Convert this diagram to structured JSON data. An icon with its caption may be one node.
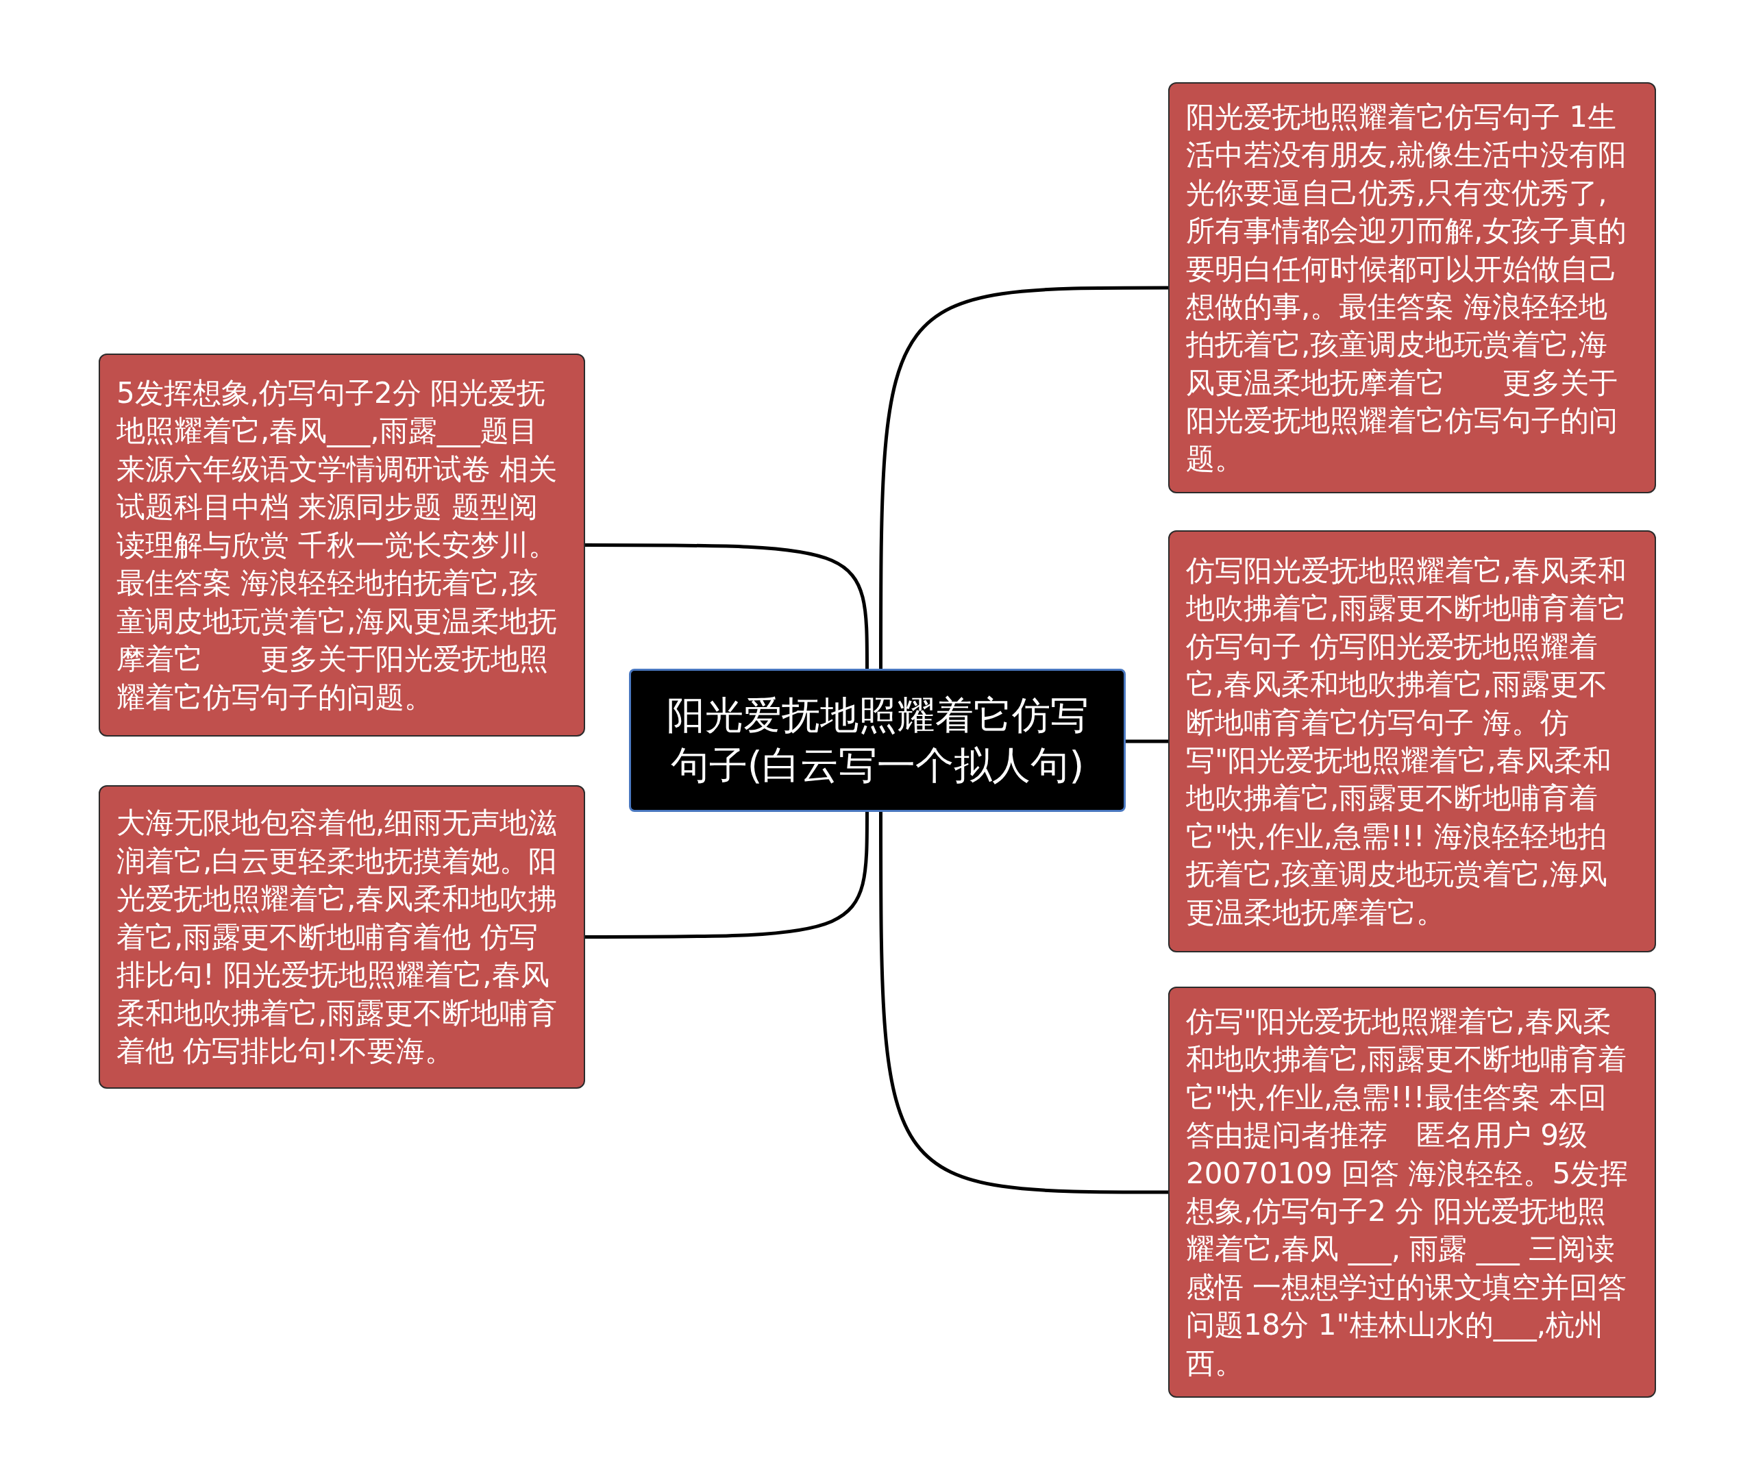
{
  "diagram": {
    "nodes": [
      {
        "text": [
          "阳光爱抚地照耀着它仿写句子(白云写一个拟人句)"
        ]
      },
      {
        "text": [
          "5发挥想象,仿写句子2分 阳光爱抚地照耀着它,春风___,雨露___题目来源六年级语文学情调研试卷 相关试题科目中档 来源同步题 题型阅读理解与欣赏 千秋一觉长安梦川。最佳答案 海浪轻轻地拍抚着它,孩童调皮地玩赏着它,海风更温柔地抚摩着它　　更多关于阳光爱抚地照耀着它仿写句子的问题。"
        ]
      },
      {
        "text": [
          "大海无限地包容着他,细雨无声地滋润着它,白云更轻柔地抚摸着她。阳光爱抚地照耀着它,春风柔和地吹拂着它,雨露更不断地哺育着他 仿写排比句! 阳光爱抚地照耀着它,春风柔和地吹拂着它,雨露更不断地哺育着他 仿写排比句!不要海。"
        ]
      },
      {
        "text": [
          "阳光爱抚地照耀着它仿写句子 1生活中若没有朋友,就像生活中没有阳光你要逼自己优秀,只有变优秀了,所有事情都会迎刃而解,女孩子真的要明白任何时候都可以开始做自己想做的事,。最佳答案 海浪轻轻地拍抚着它,孩童调皮地玩赏着它,海风更温柔地抚摩着它　　更多关于阳光爱抚地照耀着它仿写句子的问题。"
        ]
      },
      {
        "text": [
          "仿写阳光爱抚地照耀着它,春风柔和地吹拂着它,雨露更不断地哺育着它仿写句子 仿写阳光爱抚地照耀着它,春风柔和地吹拂着它,雨露更不断地哺育着它仿写句子 海。仿写\"阳光爱抚地照耀着它,春风柔和地吹拂着它,雨露更不断地哺育着它\"快,作业,急需!!! 海浪轻轻地拍抚着它,孩童调皮地玩赏着它,海风更温柔地抚摩着它。"
        ]
      },
      {
        "text": [
          "仿写\"阳光爱抚地照耀着它,春风柔和地吹拂着它,雨露更不断地哺育着它\"快,作业,急需!!!最佳答案 本回答由提问者推荐　匿名用户 9级　20070109 回答 海浪轻轻。5发挥想象,仿写句子2 分 阳光爱抚地照耀着它,春风 ___, 雨露 ___ 三阅读感悟 一想想学过的课文填空并回答问题18分 1\"桂林山水的___,杭州西。"
        ]
      }
    ],
    "edges": [
      {
        "from": 0,
        "to": 1,
        "arrow": "none"
      },
      {
        "from": 0,
        "to": 2,
        "arrow": "none"
      },
      {
        "from": 0,
        "to": 3,
        "arrow": "none"
      },
      {
        "from": 0,
        "to": 4,
        "arrow": "none"
      },
      {
        "from": 0,
        "to": 5,
        "arrow": "none"
      }
    ]
  }
}
